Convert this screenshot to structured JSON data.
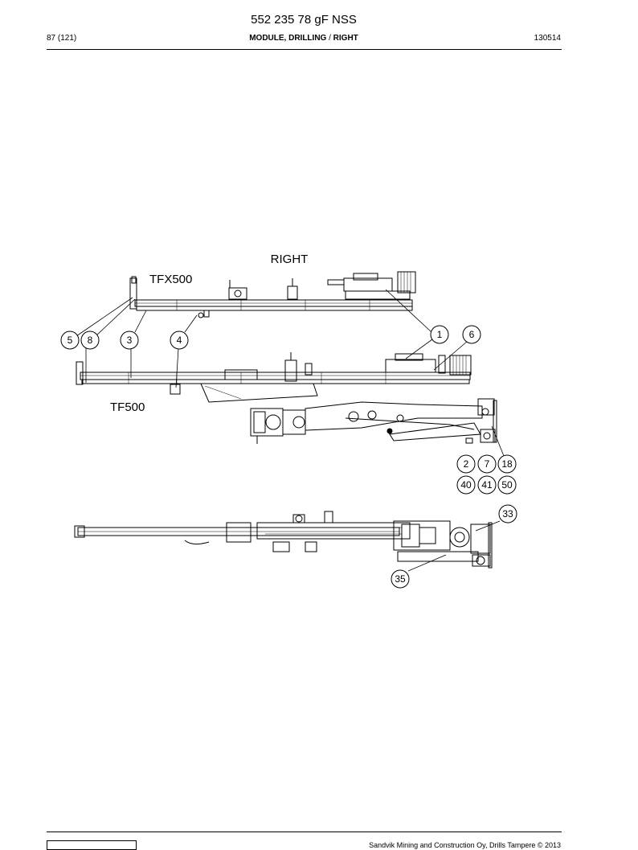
{
  "header": {
    "doc_title": "552 235 78 gF NSS",
    "page_number": "87 (121)",
    "section_title": "MODULE, DRILLING",
    "section_separator": "/",
    "section_side": "RIGHT",
    "date_code": "130514"
  },
  "drawing": {
    "view_title": "RIGHT",
    "labels": {
      "upper_feed": "TFX500",
      "lower_feed": "TF500"
    },
    "callouts": [
      "5",
      "8",
      "3",
      "4",
      "1",
      "6",
      "2",
      "7",
      "18",
      "40",
      "41",
      "50",
      "33",
      "35"
    ]
  },
  "footer": {
    "copyright": "Sandvik Mining and Construction Oy, Drills Tampere © 2013"
  }
}
